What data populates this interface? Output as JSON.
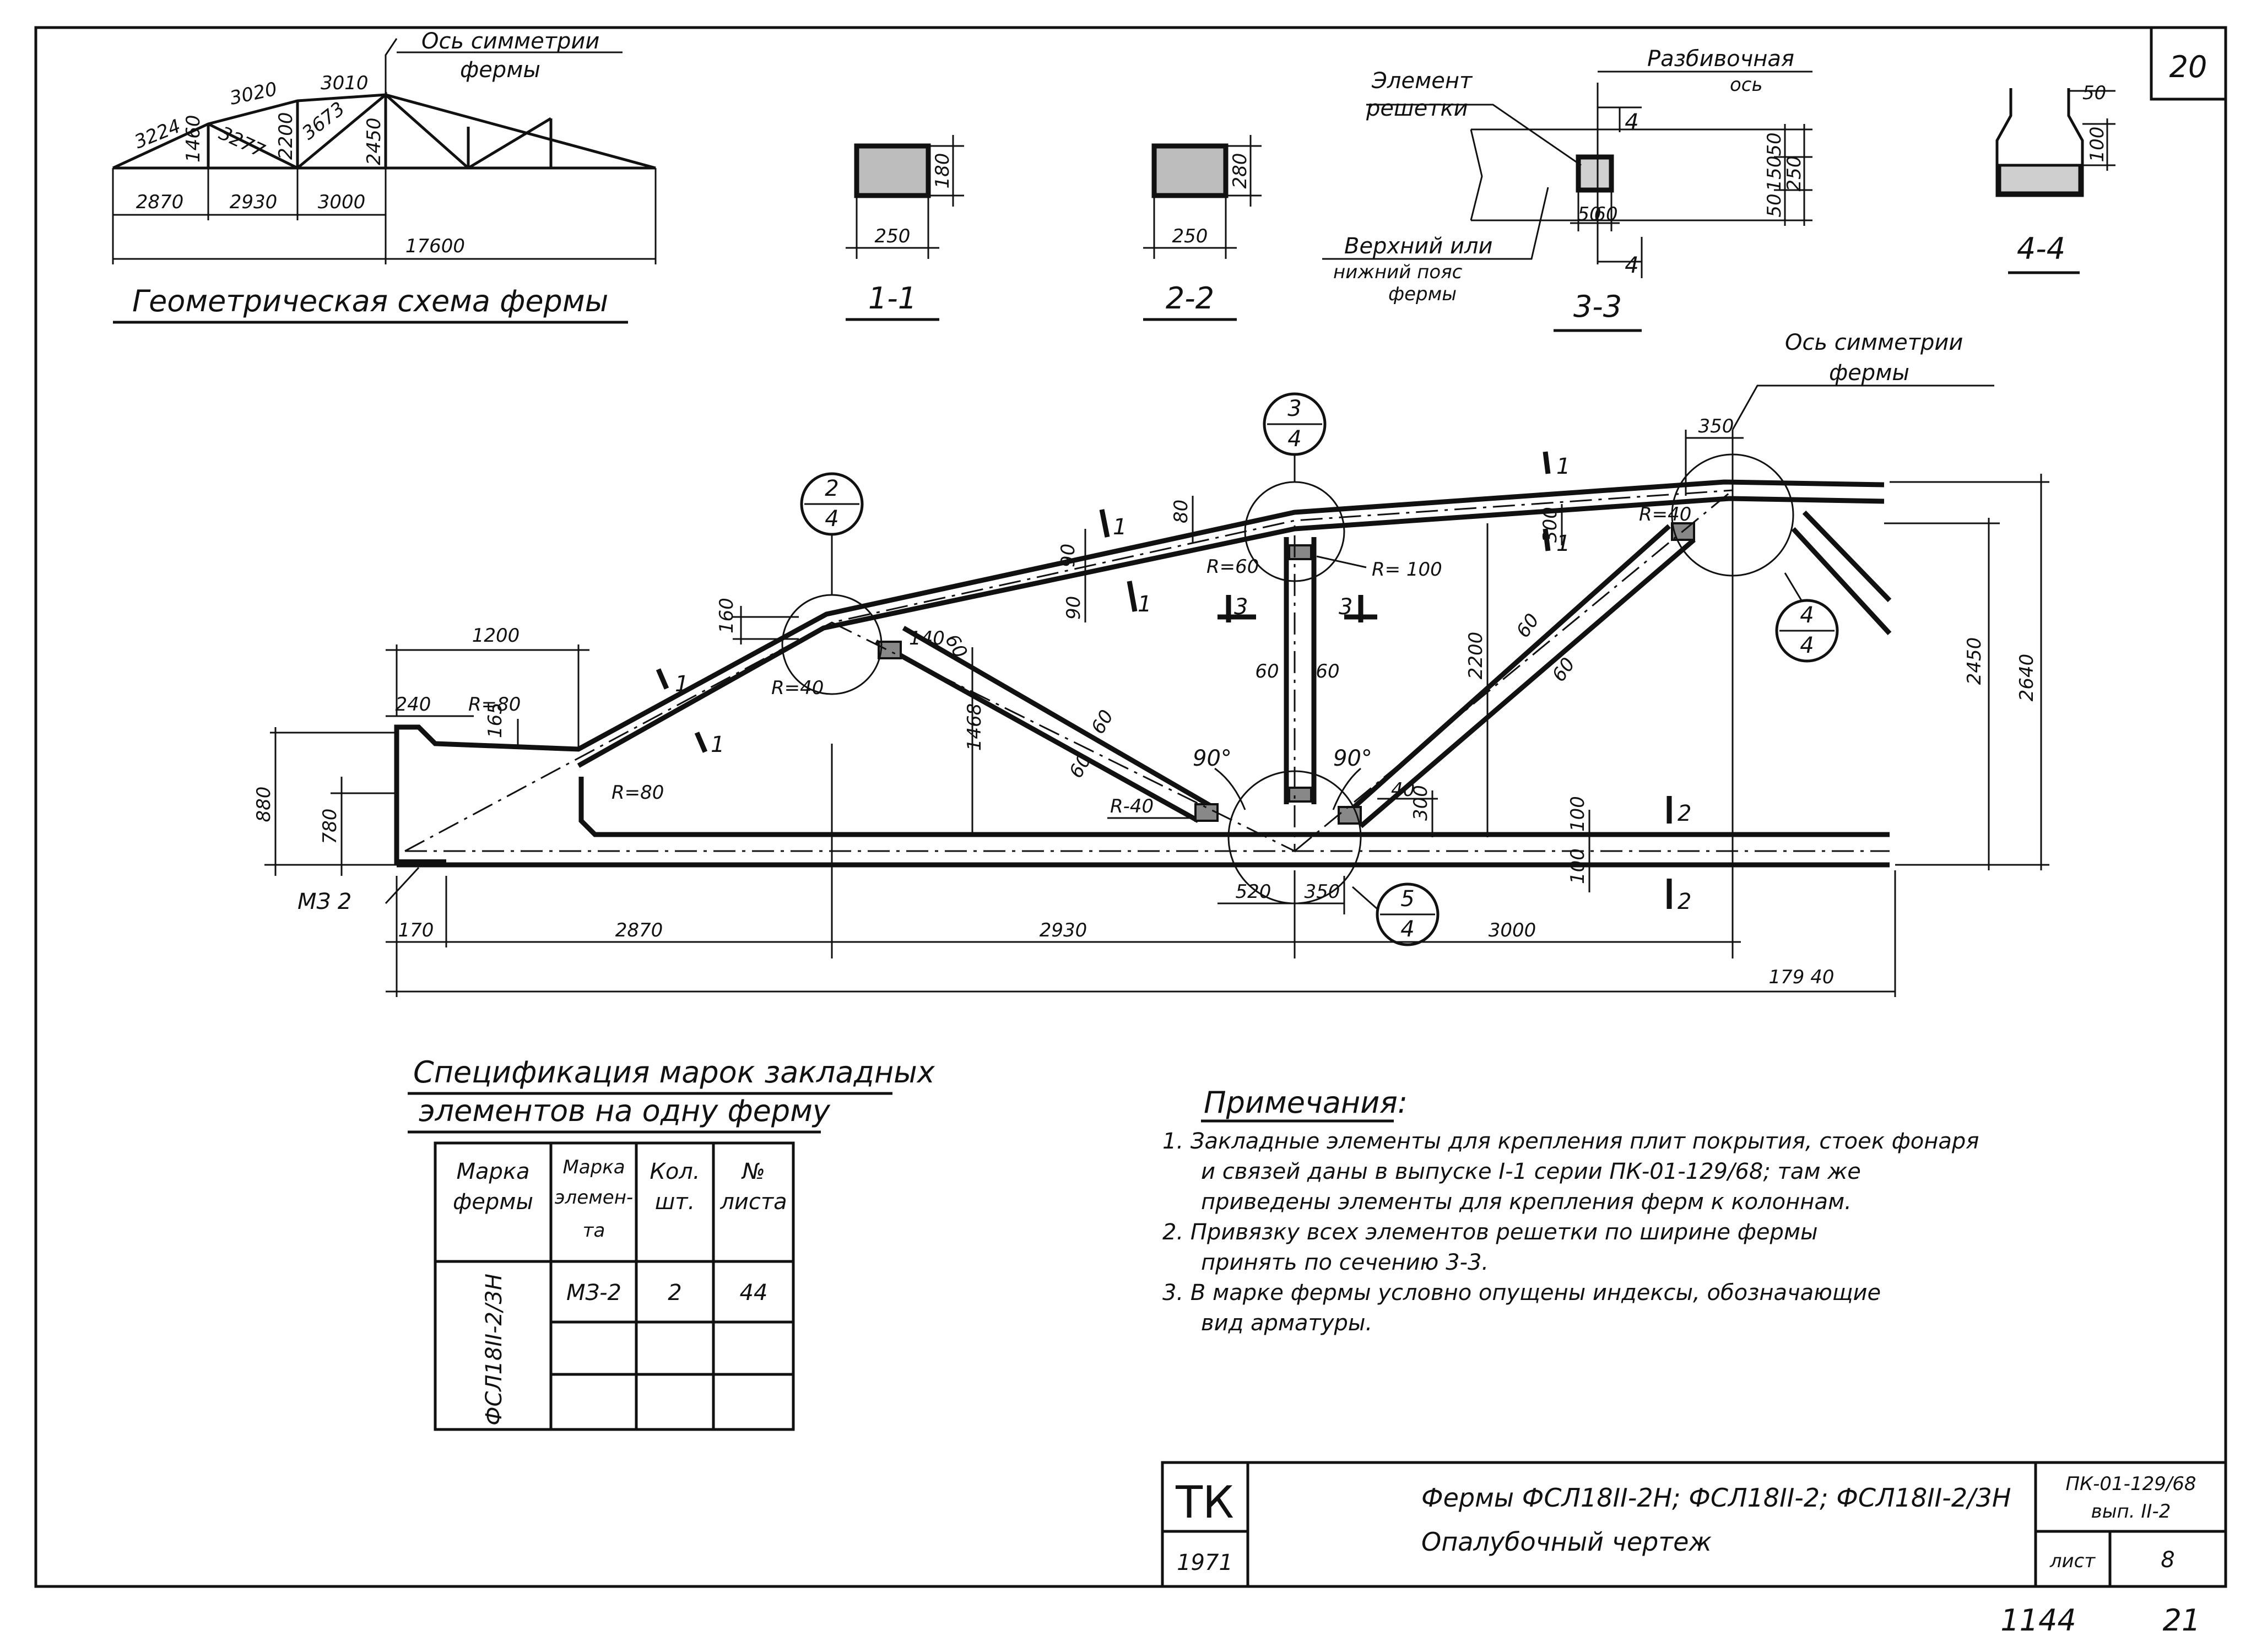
{
  "sheet": {
    "number": "20",
    "bottom_numbers": [
      "1144",
      "21"
    ]
  },
  "geo": {
    "title": "Геометрическая схема фермы",
    "axis_label": [
      "Ось симметрии",
      "фермы"
    ],
    "member_lengths": [
      "3224",
      "1460",
      "3020",
      "3277",
      "2200",
      "3010",
      "3673",
      "2450"
    ],
    "panel_lengths": [
      "2870",
      "2930",
      "3000"
    ],
    "span": "17600"
  },
  "sections": {
    "s1": {
      "label": "1-1",
      "width": "250",
      "height": "180"
    },
    "s2": {
      "label": "2-2",
      "width": "250",
      "height": "280"
    },
    "s3": {
      "label": "3-3",
      "element_label": [
        "Элемент",
        "решетки"
      ],
      "axis_label": [
        "Разбивочная",
        "ось"
      ],
      "chord_label": [
        "Верхний или",
        "нижний пояс",
        "фермы"
      ],
      "dims_right": [
        "50",
        "150",
        "50",
        "250"
      ],
      "dims_bottom": [
        "50",
        "60"
      ],
      "cut": "4"
    },
    "s4": {
      "label": "4-4",
      "dims": [
        "50",
        "100"
      ]
    }
  },
  "main": {
    "axis_label": [
      "Ось симметрии",
      "фермы"
    ],
    "dims": {
      "d1200": "1200",
      "d240": "240",
      "r80a": "R=80",
      "d165": "165",
      "d880": "880",
      "d780": "780",
      "r80b": "R=80",
      "m32": "МЗ 2",
      "d170": "170",
      "d2870": "2870",
      "d2930": "2930",
      "d3000": "3000",
      "d17940": "179 40",
      "d160": "160",
      "r40a": "R=40",
      "d140": "140",
      "d60a": "60",
      "d1468": "1468",
      "d60b": "60",
      "d60c": "60",
      "r40b": "R-40",
      "a90a": "90°",
      "a90b": "90°",
      "d520": "520",
      "d350b": "350",
      "d300a": "300",
      "d40": "40",
      "d100a": "100",
      "d100b": "100",
      "d90a": "90",
      "d90b": "90",
      "d80": "80",
      "r60": "R=60",
      "r100": "R= 100",
      "d60d": "60",
      "d60e": "60",
      "d2200": "2200",
      "d60f": "60",
      "d60g": "60",
      "d350a": "350",
      "d300b": "300",
      "r40c": "R=40",
      "d2450": "2450",
      "d2640": "2640"
    },
    "callouts": [
      {
        "top": "2",
        "bottom": "4"
      },
      {
        "top": "3",
        "bottom": "4"
      },
      {
        "top": "4",
        "bottom": "4"
      },
      {
        "top": "5",
        "bottom": "4"
      }
    ],
    "cuts": {
      "c1": "1",
      "c2": "2",
      "c3": "3"
    }
  },
  "spec": {
    "title": [
      "Спецификация марок закладных",
      "элементов на одну ферму"
    ],
    "headers": [
      [
        "Марка",
        "фермы"
      ],
      [
        "Марка",
        "элемен-",
        "та"
      ],
      [
        "Кол.",
        "шт."
      ],
      [
        "№",
        "листа"
      ]
    ],
    "truss_mark": "ФСЛ18ІІ-2/3Н",
    "rows": [
      [
        "МЗ-2",
        "2",
        "44"
      ],
      [
        "",
        "",
        ""
      ],
      [
        "",
        "",
        ""
      ]
    ]
  },
  "notes": {
    "title": "Примечания:",
    "lines": [
      "1. Закладные элементы для крепления плит покрытия, стоек фонаря",
      "и связей даны в выпуске І-1 серии ПК-01-129/68; там же",
      "приведены элементы для крепления ферм к колоннам.",
      "2. Привязку всех элементов решетки по ширине фермы",
      "принять по сечению 3-3.",
      "3. В марке фермы условно опущены индексы, обозначающие",
      "вид арматуры."
    ]
  },
  "stamp": {
    "org": "ТК",
    "year": "1971",
    "title": "Фермы ФСЛ18ІІ-2Н; ФСЛ18ІІ-2; ФСЛ18ІІ-2/3Н",
    "subtitle": "Опалубочный чертеж",
    "series": "ПК-01-129/68",
    "issue": "вып. ІІ-2",
    "sheet_label": "лист",
    "sheet_no": "8"
  }
}
